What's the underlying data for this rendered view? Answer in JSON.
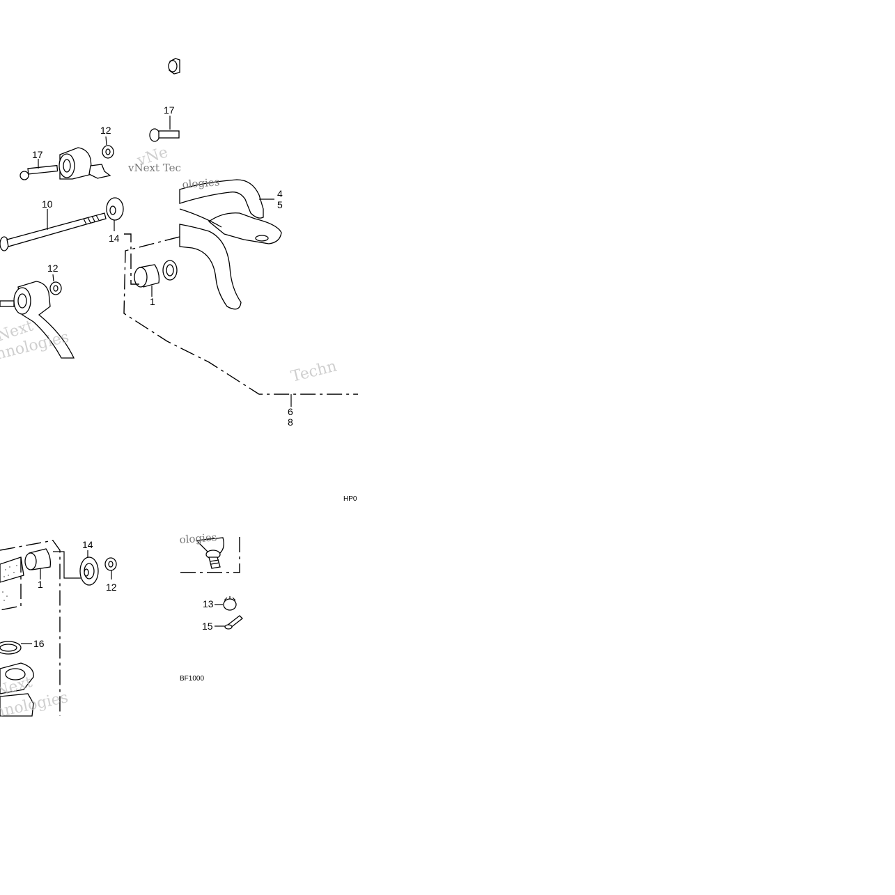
{
  "callouts": {
    "c17a": "17",
    "c17b": "17",
    "c12a": "12",
    "c12b": "12",
    "c12c": "12",
    "c10": "10",
    "c14a": "14",
    "c14b": "14",
    "c1a": "1",
    "c1b": "1",
    "c4": "4",
    "c5": "5",
    "c6": "6",
    "c8": "8",
    "c13": "13",
    "c15": "15",
    "c16": "16"
  },
  "codes": {
    "top_code": "HP0",
    "bottom_code": "BF1000"
  },
  "watermarks": {
    "w1": "vNext Tec",
    "w2": "vNe",
    "w3": "ologies",
    "w4": "Next",
    "w5": "hnologies",
    "w6": "Techn",
    "w7": "ologies",
    "w8": "Next",
    "w9": "hnologies"
  }
}
